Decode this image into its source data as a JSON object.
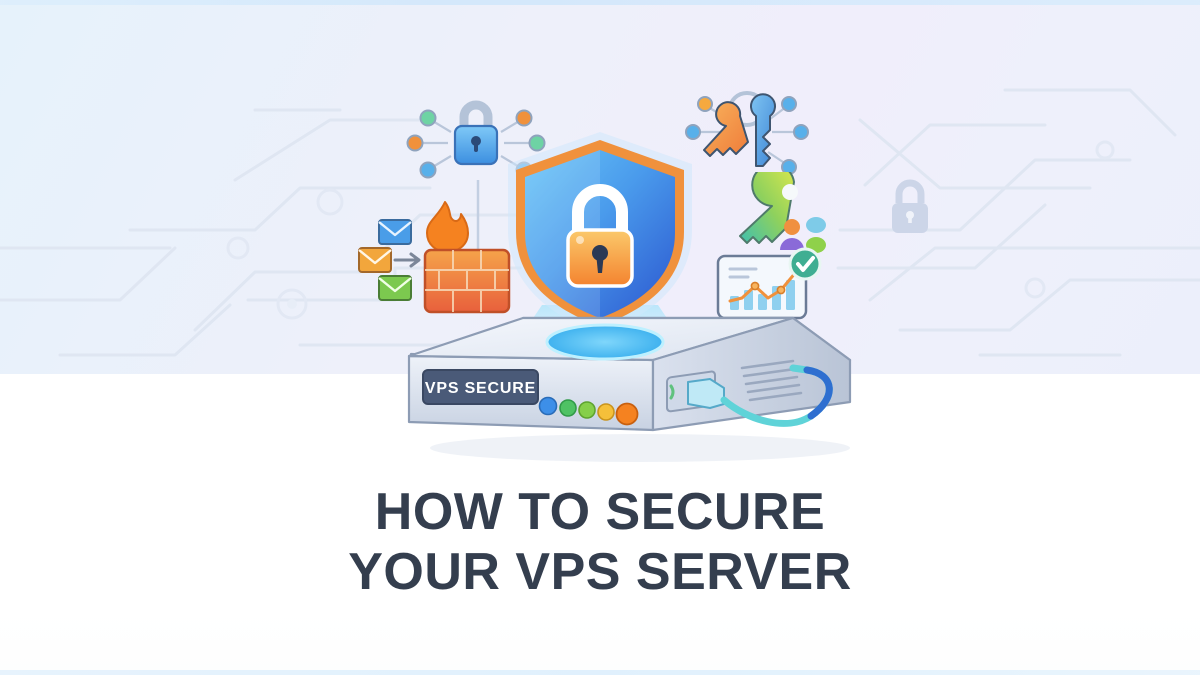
{
  "page": {
    "title_line_1": "HOW TO SECURE",
    "title_line_2": "YOUR VPS SERVER",
    "title_color": "#343e4e",
    "background_upper_color": "#eef0fa",
    "background_lower_color": "#ffffff"
  },
  "server": {
    "label": "VPS SECURE",
    "label_plate_color": "#4a5a78",
    "label_text_color": "#ffffff",
    "chassis_color": "#dfe4ee",
    "leds": [
      {
        "name": "led-blue",
        "color": "#3d8fe8"
      },
      {
        "name": "led-green",
        "color": "#4fc264"
      },
      {
        "name": "led-lime",
        "color": "#86cf4a"
      },
      {
        "name": "led-yellow",
        "color": "#f5c03a"
      },
      {
        "name": "led-orange",
        "color": "#f58220"
      }
    ],
    "port_label": "ethernet-port",
    "cable_color_start": "#5fd3d8",
    "cable_color_end": "#2f6fd0",
    "vent_slats": 5,
    "hologram_glow_color": "#4cc3f5"
  },
  "shield": {
    "name": "security-shield",
    "body_gradient_start": "#5bb8f5",
    "body_gradient_end": "#2f62d8",
    "border_color": "#f0913c",
    "padlock_body_color": "#f7a23e",
    "padlock_shackle_color": "#ffffff",
    "keyhole_color": "#2b3a55"
  },
  "icons": {
    "padlock_network": {
      "name": "padlock-network-icon",
      "lock_color": "#59a9ef",
      "nodes": [
        "#6ed3a4",
        "#f0913c",
        "#58b0ea",
        "#f0913c",
        "#6ed3a4",
        "#58b0ea"
      ]
    },
    "key_ring": {
      "name": "key-ring-icon",
      "key_1_color": "#f5973f",
      "key_2_color": "#4a9de8",
      "nodes": [
        "#f5a93f",
        "#58b0ea",
        "#58b0ea",
        "#58b0ea",
        "#58b0ea"
      ]
    },
    "access_key_users": {
      "name": "access-key-users-icon",
      "key_gradient_start": "#d8e84a",
      "key_gradient_end": "#3fc0a0",
      "user_colors": [
        "#f09040",
        "#8a6ad8",
        "#8fd14a",
        "#7ecbe8"
      ]
    },
    "firewall": {
      "name": "firewall-icon",
      "flame_color": "#f58220",
      "brick_color_top": "#f5a24a",
      "brick_color_bottom": "#e8603c",
      "envelopes": [
        {
          "name": "envelope-blue",
          "color": "#4a9de8"
        },
        {
          "name": "envelope-orange",
          "color": "#f2a63c"
        },
        {
          "name": "envelope-green",
          "color": "#7cc94f"
        }
      ],
      "arrow_color": "#7b8699"
    },
    "monitoring": {
      "name": "monitoring-dashboard-icon",
      "card_color": "#f4f8fd",
      "border_color": "#6b7b96",
      "bar_color": "#8fd0ef",
      "trend_line_color": "#f0913c",
      "check_badge_color": "#3fae92",
      "check_mark_color": "#ffffff"
    },
    "watermark_lock": {
      "name": "watermark-lock-icon",
      "color": "#ccd5e8"
    }
  },
  "circuit": {
    "name": "circuit-trace-background",
    "line_color": "#dfe6f2",
    "node_color": "#e4eaf4"
  }
}
